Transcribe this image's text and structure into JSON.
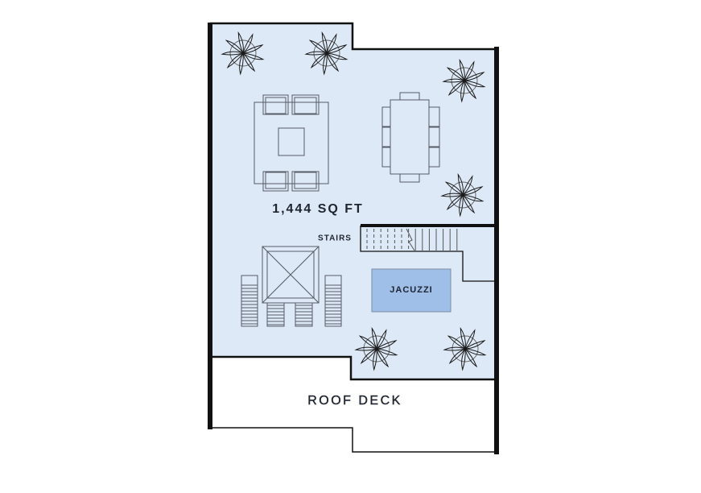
{
  "plan": {
    "area_label": "1,444 SQ FT",
    "stairs_label": "STAIRS",
    "jacuzzi_label": "JACUZZI",
    "roof_deck_label": "ROOF DECK"
  },
  "colors": {
    "floor_fill": "#dde9f6",
    "jacuzzi_fill": "#9fbfe8",
    "wall": "#111111",
    "furniture_line": "#555b66"
  }
}
